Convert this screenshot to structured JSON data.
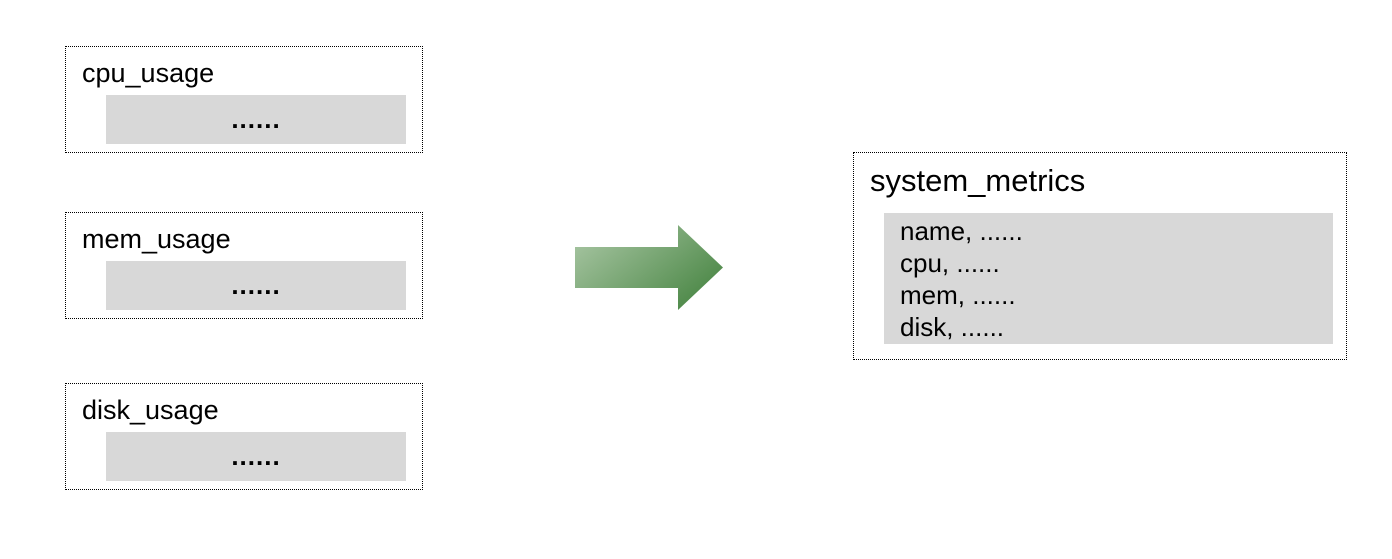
{
  "diagram": {
    "source_tables": [
      {
        "title": "cpu_usage",
        "placeholder": "......"
      },
      {
        "title": "mem_usage",
        "placeholder": "......"
      },
      {
        "title": "disk_usage",
        "placeholder": "......"
      }
    ],
    "arrow": {
      "direction": "right",
      "gradient_start": "#adc9a8",
      "gradient_end": "#4c8847"
    },
    "result_table": {
      "title": "system_metrics",
      "rows": [
        "name, ......",
        "cpu, ......",
        "mem, ......",
        "disk, ......"
      ]
    },
    "colors": {
      "background": "#ffffff",
      "panel_fill": "#d8d8d8",
      "border": "#000000"
    }
  }
}
